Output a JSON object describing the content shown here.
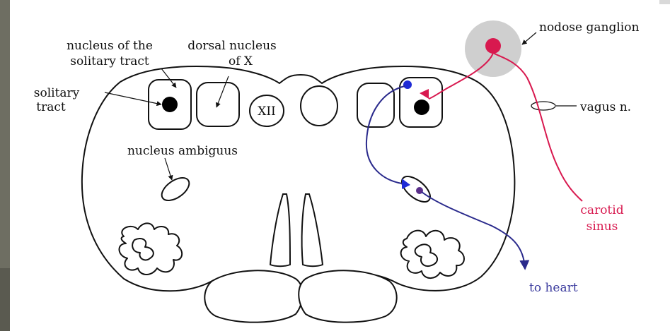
{
  "labels": {
    "nts_line1": "nucleus of the",
    "nts_line2": "solitary tract",
    "dmn_line1": "dorsal nucleus",
    "dmn_line2": "of X",
    "st_line1": "solitary",
    "st_line2": "tract",
    "xii": "XII",
    "ambiguus": "nucleus ambiguus",
    "nodose": "nodose ganglion",
    "vagus": "vagus n.",
    "carotid_line1": "carotid",
    "carotid_line2": "sinus",
    "heart": "to heart"
  },
  "colors": {
    "afferent": "#d8194f",
    "efferent": "#2a2a8c",
    "ganglion": "#cfcfcf",
    "background_left": "#6e6e62",
    "background_panel": "#ffffff"
  }
}
